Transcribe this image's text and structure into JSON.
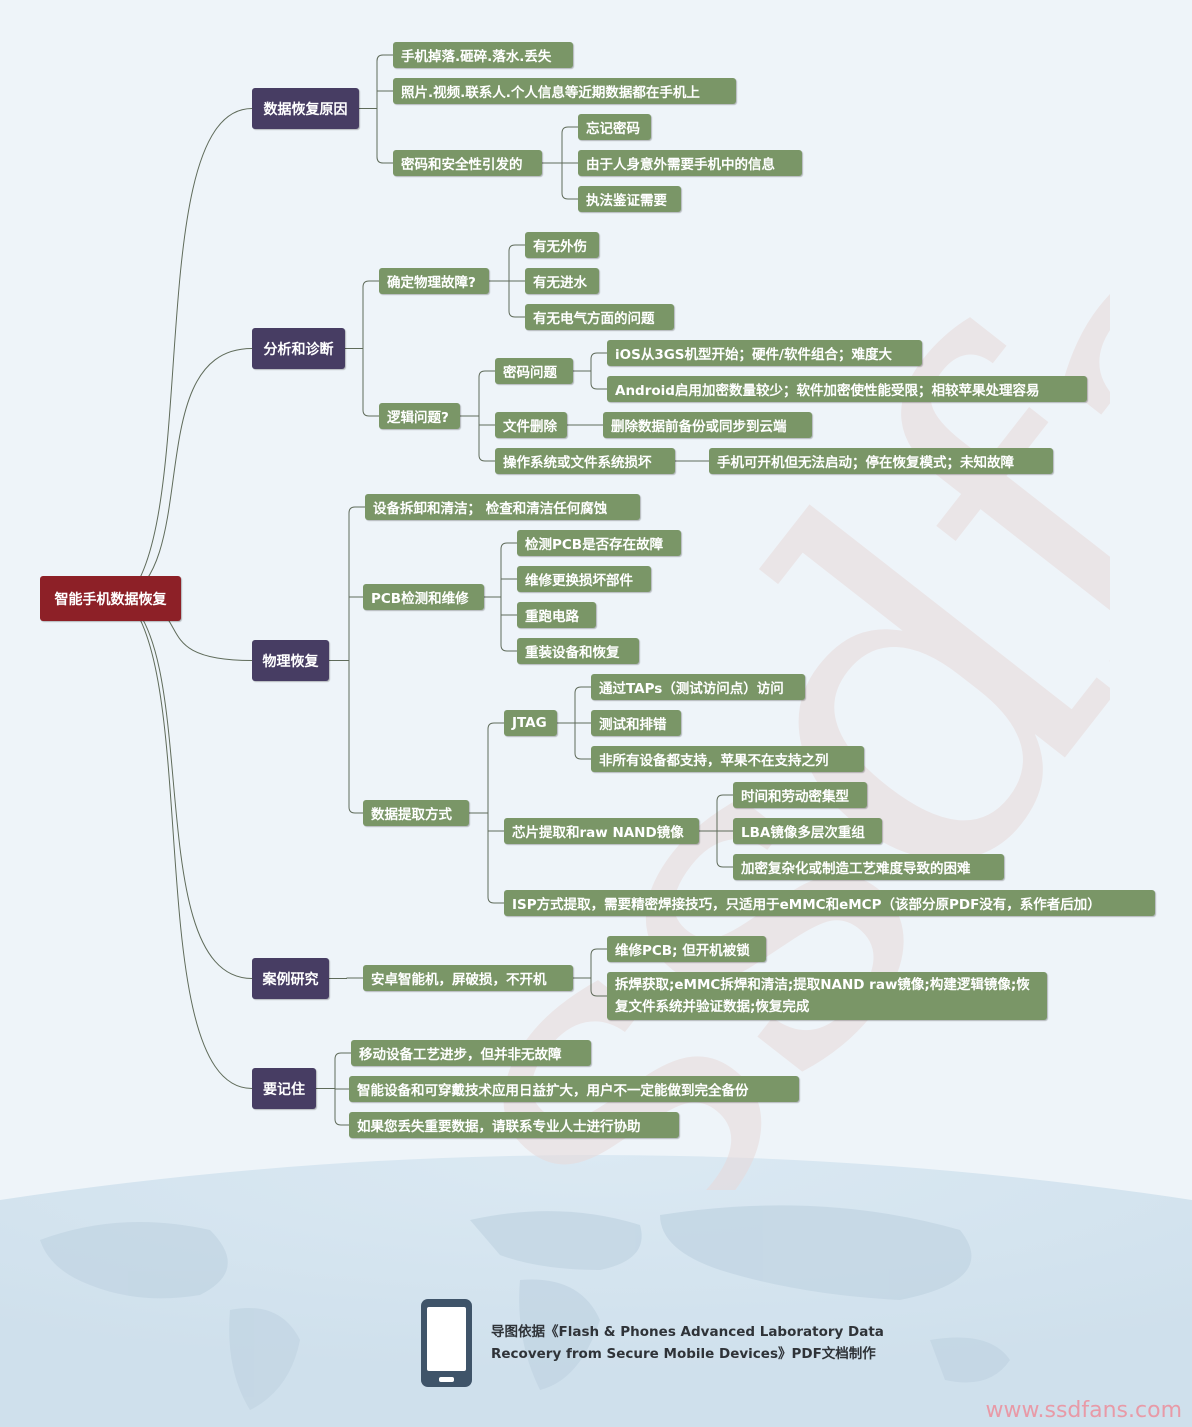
{
  "root": "智能手机数据恢复",
  "branches": [
    {
      "label": "数据恢复原因",
      "children": [
        {
          "label": "手机掉落.砸碎.落水.丢失"
        },
        {
          "label": "照片.视频.联系人.个人信息等近期数据都在手机上"
        },
        {
          "label": "密码和安全性引发的",
          "children": [
            {
              "label": "忘记密码"
            },
            {
              "label": "由于人身意外需要手机中的信息"
            },
            {
              "label": "执法鉴证需要"
            }
          ]
        }
      ]
    },
    {
      "label": "分析和诊断",
      "children": [
        {
          "label": "确定物理故障?",
          "children": [
            {
              "label": "有无外伤"
            },
            {
              "label": "有无进水"
            },
            {
              "label": "有无电气方面的问题"
            }
          ]
        },
        {
          "label": "逻辑问题?",
          "children": [
            {
              "label": "密码问题",
              "children": [
                {
                  "label": "iOS从3GS机型开始；硬件/软件组合；难度大"
                },
                {
                  "label": "Android启用加密数量较少；软件加密使性能受限；相较苹果处理容易"
                }
              ]
            },
            {
              "label": "文件删除",
              "children": [
                {
                  "label": "删除数据前备份或同步到云端"
                }
              ]
            },
            {
              "label": "操作系统或文件系统损坏",
              "children": [
                {
                  "label": "手机可开机但无法启动；停在恢复模式；未知故障"
                }
              ]
            }
          ]
        }
      ]
    },
    {
      "label": "物理恢复",
      "children": [
        {
          "label": "设备拆卸和清洁； 检查和清洁任何腐蚀"
        },
        {
          "label": "PCB检测和维修",
          "children": [
            {
              "label": "检测PCB是否存在故障"
            },
            {
              "label": "维修更换损坏部件"
            },
            {
              "label": "重跑电路"
            },
            {
              "label": "重装设备和恢复"
            }
          ]
        },
        {
          "label": "数据提取方式",
          "children": [
            {
              "label": "JTAG",
              "children": [
                {
                  "label": "通过TAPs（测试访问点）访问"
                },
                {
                  "label": "测试和排错"
                },
                {
                  "label": "非所有设备都支持，苹果不在支持之列"
                }
              ]
            },
            {
              "label": "芯片提取和raw NAND镜像",
              "children": [
                {
                  "label": "时间和劳动密集型"
                },
                {
                  "label": "LBA镜像多层次重组"
                },
                {
                  "label": "加密复杂化或制造工艺难度导致的困难"
                }
              ]
            },
            {
              "label": "ISP方式提取，需要精密焊接技巧，只适用于eMMC和eMCP（该部分原PDF没有，系作者后加）"
            }
          ]
        }
      ]
    },
    {
      "label": "案例研究",
      "children": [
        {
          "label": "安卓智能机，屏破损，不开机",
          "children": [
            {
              "label": "维修PCB; 但开机被锁"
            },
            {
              "label": "拆焊获取;eMMC拆焊和清洁;提取NAND raw镜像;构建逻辑镜像;恢复文件系统并验证数据;恢复完成"
            }
          ]
        }
      ]
    },
    {
      "label": "要记住",
      "children": [
        {
          "label": "移动设备工艺进步，但并非无故障"
        },
        {
          "label": "智能设备和可穿戴技术应用日益扩大，用户不一定能做到完全备份"
        },
        {
          "label": "如果您丢失重要数据，请联系专业人士进行协助"
        }
      ]
    }
  ],
  "footer": {
    "line1": "导图依据《Flash & Phones Advanced Laboratory Data",
    "line2": "Recovery from Secure Mobile Devices》PDF文档制作"
  },
  "watermark": "ssdfans",
  "site": "www.ssdfans.com",
  "colors": {
    "root": "#8d2027",
    "branch": "#473d63",
    "leaf": "#7a9667",
    "line": "#5f6b5a",
    "site": "#e89aa7"
  },
  "icons": [
    "smartphone-icon",
    "world-map-background"
  ]
}
